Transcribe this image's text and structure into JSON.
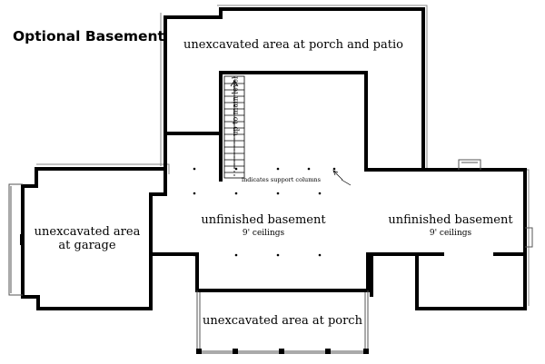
{
  "plan": {
    "title": "Optional Basement",
    "rooms": {
      "porch_patio": "unexcavated area at porch and patio",
      "garage_line1": "unexcavated area",
      "garage_line2": "at garage",
      "basement_center": "unfinished basement",
      "ceiling_center": "9' ceilings",
      "basement_right": "unfinished basement",
      "ceiling_right": "9' ceilings",
      "porch_front": "unexcavated area at porch"
    },
    "annotations": {
      "stairs": "up to main level",
      "columns_note": "indicates support columns"
    },
    "colors": {
      "wall": "#000000",
      "thin_wall": "#777777",
      "background": "#ffffff"
    }
  }
}
